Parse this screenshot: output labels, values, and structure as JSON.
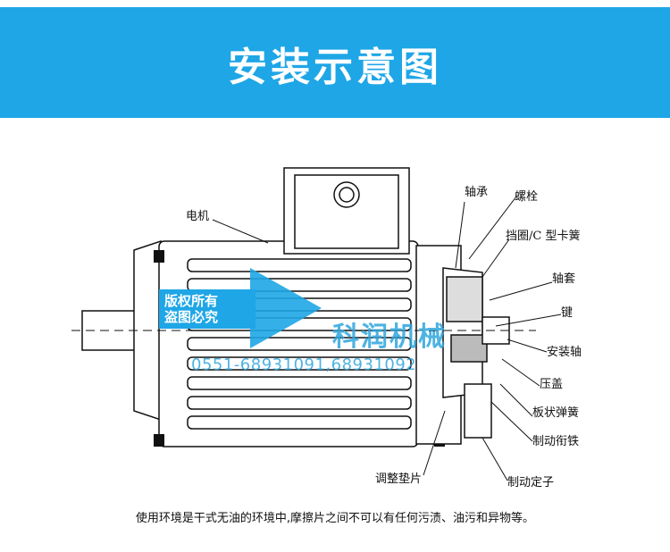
{
  "header": {
    "title": "安装示意图",
    "color": "#1ea6e6"
  },
  "labels": {
    "motor": "电机",
    "bearing": "轴承",
    "bolt": "螺栓",
    "retaining_ring": "挡圈/C 型卡簧",
    "sleeve": "轴套",
    "key": "键",
    "mounting_shaft": "安装轴",
    "pressure_cover": "压盖",
    "leaf_spring": "板状弹簧",
    "armature": "制动衔铁",
    "shim": "调整垫片",
    "brake_stator": "制动定子"
  },
  "watermark": {
    "badge_line1": "版权所有",
    "badge_line2": "盗图必究",
    "brand": "科润机械",
    "phone": "0551-68931091,68931092"
  },
  "caption": "使用环境是干式无油的环境中,摩擦片之间不可以有任何污渍、油污和异物等。"
}
